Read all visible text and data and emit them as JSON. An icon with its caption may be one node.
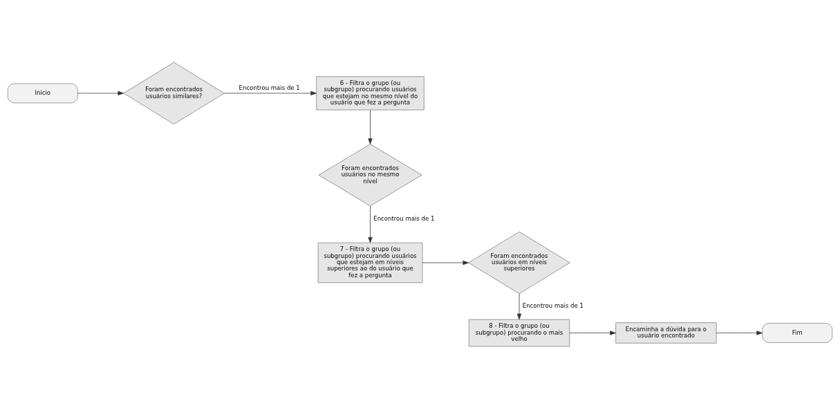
{
  "diagram": {
    "nodes": [
      {
        "text": [
          "Inicio"
        ]
      },
      {
        "text": [
          "Foram encontrados usuários similares?"
        ]
      },
      {
        "text": [
          "6 - Filtra o grupo (ou subgrupo) procurando usuários que estejam no mesmo nível do usuário que fez a pergunta"
        ]
      },
      {
        "text": [
          "Foram encontrados usuários no mesmo nível"
        ]
      },
      {
        "text": [
          "7 - Filtra o grupo (ou subgrupo) procurando usuários que estejam em níveis superiores ao do usuário que fez a pergunta"
        ]
      },
      {
        "text": [
          "Foram encontrados usuários em níveis superiores"
        ]
      },
      {
        "text": [
          "8 - Filtra o grupo (ou subgrupo) procurando o mais velho"
        ]
      },
      {
        "text": [
          "Encaminha a dúvida para o usuário encontrado"
        ]
      },
      {
        "text": [
          "Fim"
        ]
      }
    ],
    "edges": [
      {
        "from": 0,
        "to": 1,
        "arrow": "to"
      },
      {
        "from": 1,
        "to": 2,
        "arrow": "to",
        "label": "Encontrou mais de 1"
      },
      {
        "from": 2,
        "to": 3,
        "arrow": "to"
      },
      {
        "from": 3,
        "to": 4,
        "arrow": "to",
        "label": "Encontrou mais de 1"
      },
      {
        "from": 4,
        "to": 5,
        "arrow": "to"
      },
      {
        "from": 5,
        "to": 6,
        "arrow": "to",
        "label": "Encontrou mais de 1"
      },
      {
        "from": 6,
        "to": 7,
        "arrow": "to"
      },
      {
        "from": 7,
        "to": 8,
        "arrow": "to"
      }
    ]
  }
}
